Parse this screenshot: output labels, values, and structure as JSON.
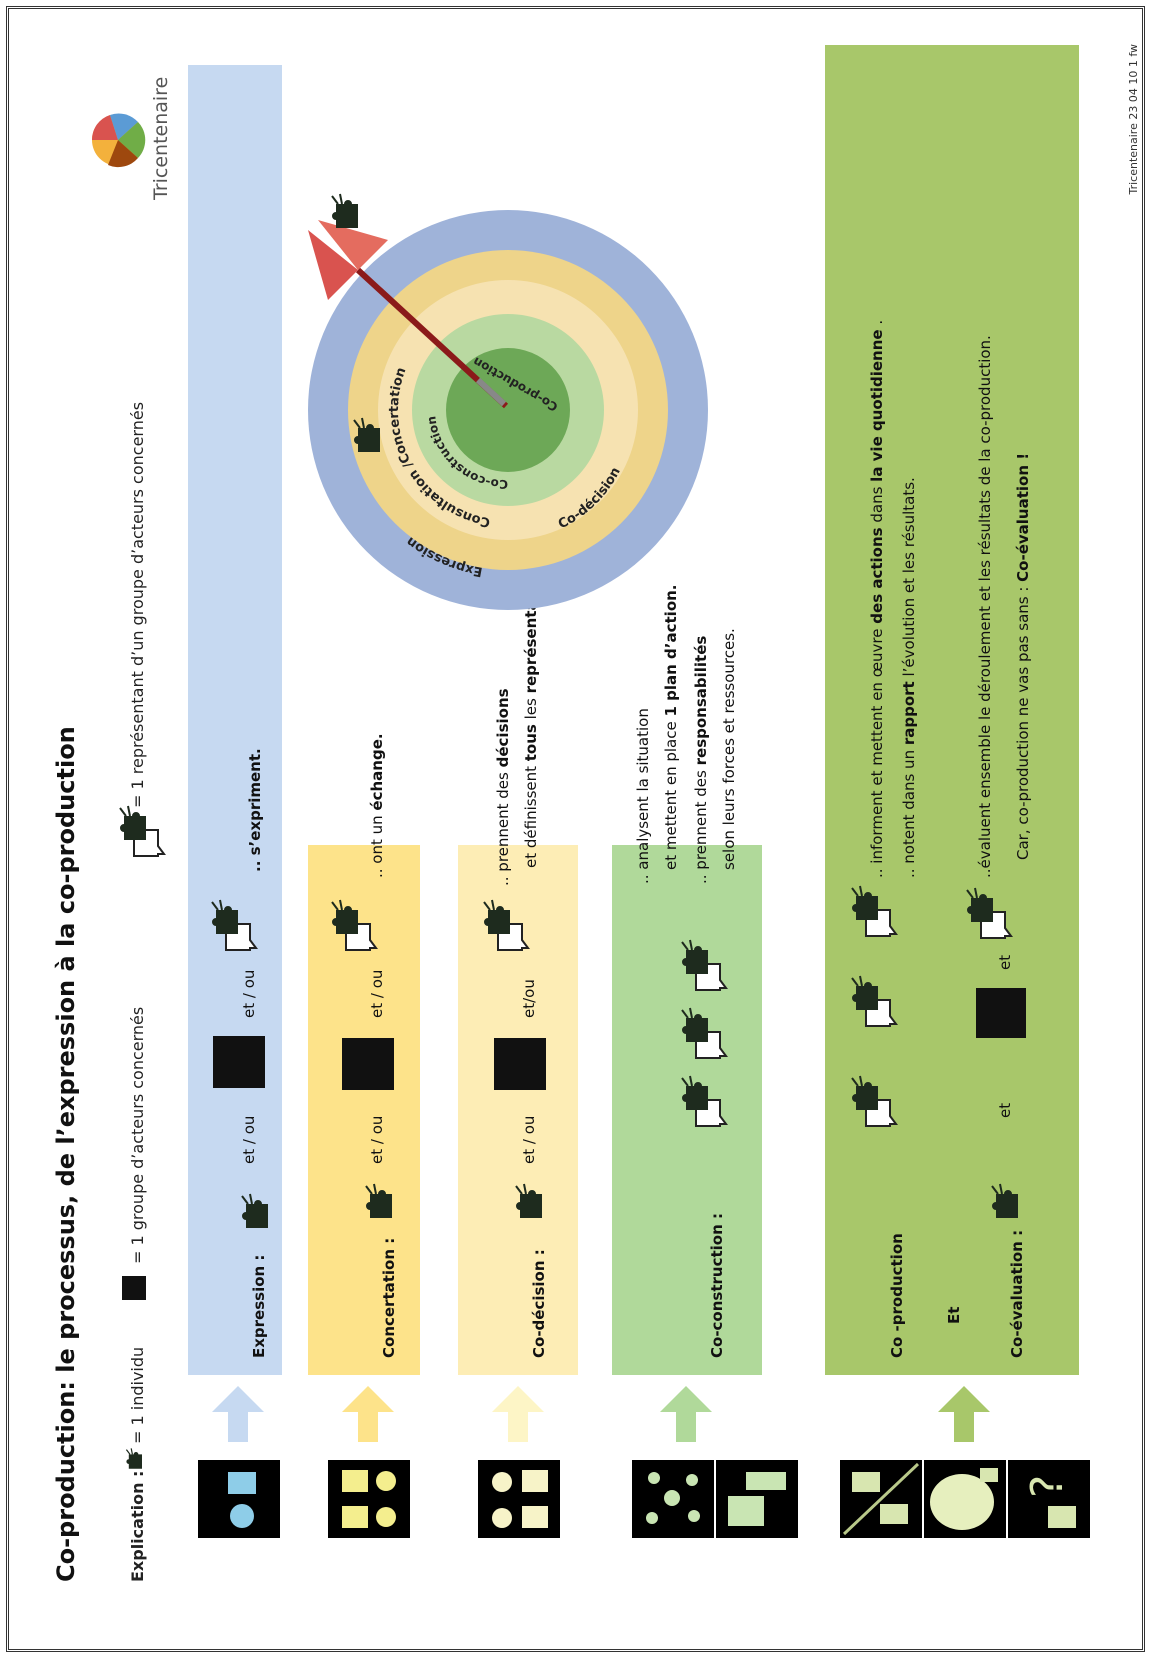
{
  "title": "Co-production: le processus, de l’expression à la co-production",
  "legend": {
    "label": "Explication :",
    "individual": "= 1 individu",
    "group": "=  1 groupe d’acteurs concernés",
    "representative": "= 1 représentant d’un groupe d’acteurs concernés"
  },
  "logo_text": "Tricentenaire",
  "stages": [
    {
      "name": "Expression :",
      "connector1": "et / ou",
      "connector2": "et / ou",
      "desc": ".. s’expriment."
    },
    {
      "name": "Concertation :",
      "connector1": "et / ou",
      "connector2": "et / ou",
      "desc_pre": "..  ont un ",
      "desc_bold": "échange."
    },
    {
      "name": "Co-décision :",
      "connector1": "et / ou",
      "connector2": "et/ou",
      "l1_pre": ".. prennent des ",
      "l1_bold": "décisions",
      "l2_pre": "et définissent ",
      "l2_bold1": "tous",
      "l2_mid": " les ",
      "l2_bold2": "représentants ."
    },
    {
      "name": "Co-construction :",
      "l1": ".. analysent la situation",
      "l2_pre": "et mettent en place ",
      "l2_bold": "1 plan d’action.",
      "l3_pre": ".. prennent des ",
      "l3_bold": "responsabilités",
      "l4": "selon leurs forces et ressources."
    },
    {
      "name": "Co -production",
      "and": "Et",
      "name2": "Co-évaluation :",
      "connector_a": "et",
      "connector_b": "et",
      "l1_pre": ".. informent et mettent en œuvre ",
      "l1_bold1": "des actions",
      "l1_mid": " dans ",
      "l1_bold2": "la vie quotidienne",
      "l1_end": " .",
      "l2_pre": ".. notent dans un ",
      "l2_bold": "rapport",
      "l2_end": " l’évolution et les résultats.",
      "l3": "..évaluent ensemble le déroulement et les résultats de la co-production.",
      "l4_pre": "Car, co-production ne vas pas sans : ",
      "l4_bold": "Co-évaluation !"
    }
  ],
  "target": {
    "rings": [
      "Expression",
      "Consultation /Concertation",
      "Co-décision",
      "Co-construction",
      "Co-production"
    ]
  },
  "colors": {
    "expression": "#c6d9f1",
    "concertation": "#fde38a",
    "codecision": "#fdedb5",
    "coconstruction": "#b0d99a",
    "coproduction": "#a8c76a",
    "ring_outer": "#9fb3d9",
    "ring_concertation": "#eed48a",
    "ring_codecision": "#f6e2b1",
    "ring_coconstruction": "#b9d9a1",
    "ring_center": "#6da857"
  },
  "footer": "Tricentenaire 23 04 10 1 fw"
}
